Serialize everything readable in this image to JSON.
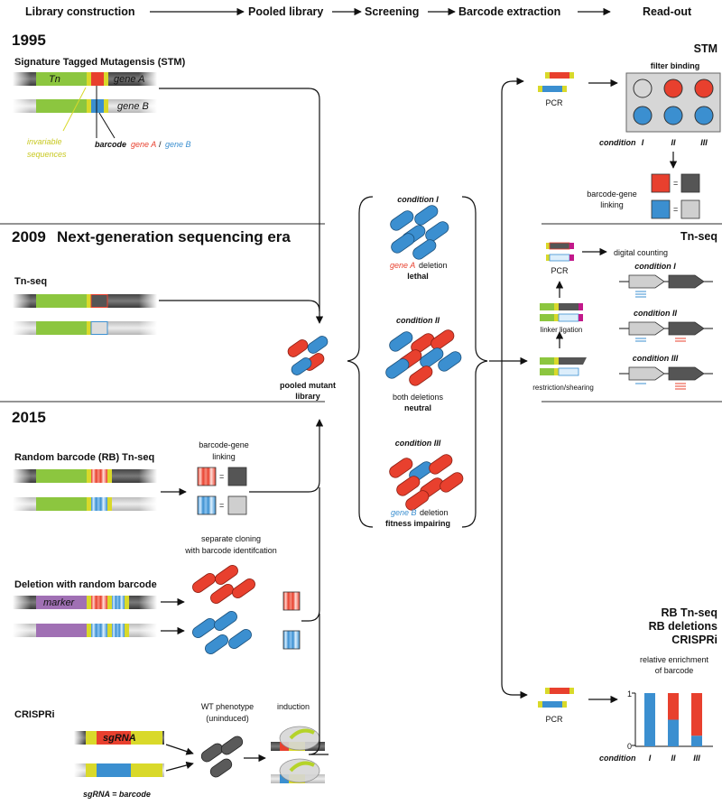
{
  "header": {
    "steps": [
      "Library construction",
      "Pooled library",
      "Screening",
      "Barcode extraction",
      "Read-out"
    ]
  },
  "eras": {
    "y1995": "1995",
    "y2009": "2009",
    "y2009_title": "Next-generation sequencing era",
    "y2015": "2015"
  },
  "stm": {
    "title": "Signature Tagged Mutagensis (STM)",
    "tn": "Tn",
    "gene_a": "gene A",
    "gene_b": "gene B",
    "invariable_1": "invariable",
    "invariable_2": "sequences",
    "barcode": "barcode",
    "bc_gene_a": "gene A",
    "slash": "/",
    "bc_gene_b": "gene B"
  },
  "tnseq": {
    "title": "Tn-seq"
  },
  "rb": {
    "title": "Random barcode (RB) Tn-seq",
    "link_1": "barcode-gene",
    "link_2": "linking",
    "eq": "="
  },
  "del": {
    "title": "Deletion with random barcode",
    "marker": "marker",
    "sep_1": "separate cloning",
    "sep_2": "with barcode identifcation"
  },
  "crispri": {
    "title": "CRISPRi",
    "sgrna": "sgRNA",
    "note": "sgRNA = barcode",
    "wt_1": "WT phenotype",
    "wt_2": "(uninduced)",
    "induction": "induction"
  },
  "pool": {
    "label_1": "pooled mutant",
    "label_2": "library"
  },
  "screen": {
    "c1": "condition I",
    "c1_gene": "gene A",
    "c1_del": "deletion",
    "c1_eff": "lethal",
    "c2": "condition II",
    "c2_desc": "both deletions",
    "c2_eff": "neutral",
    "c3": "condition III",
    "c3_gene": "gene B",
    "c3_del": "deletion",
    "c3_eff": "fitness impairing"
  },
  "extract": {
    "pcr": "PCR",
    "linker": "linker ligation",
    "restriction": "restriction/shearing"
  },
  "readout_stm": {
    "title": "STM",
    "filter": "filter binding",
    "condition": "condition",
    "roman": [
      "I",
      "II",
      "III"
    ],
    "link_1": "barcode-gene",
    "link_2": "linking",
    "eq": "="
  },
  "readout_tnseq": {
    "title": "Tn-seq",
    "digital": "digital counting",
    "conditions": [
      "condition I",
      "condition II",
      "condition III"
    ]
  },
  "readout_rb": {
    "title_1": "RB Tn-seq",
    "title_2": "RB deletions",
    "title_3": "CRISPRi",
    "enrich_1": "relative enrichment",
    "enrich_2": "of barcode",
    "y_top": "1",
    "y_bottom": "0",
    "condition": "condition",
    "categories": [
      "I",
      "II",
      "III"
    ]
  },
  "chart_data": {
    "type": "bar",
    "categories": [
      "I",
      "II",
      "III"
    ],
    "series": [
      {
        "values": [
          1.0,
          0.5,
          0.2
        ]
      },
      {
        "values": [
          0.0,
          0.5,
          0.8
        ]
      }
    ],
    "ylim": [
      0,
      1
    ]
  },
  "colors": {
    "red": "#e8402e",
    "blue": "#3b8fd0",
    "green": "#8cc63f",
    "yellow": "#d9d92a",
    "gene_dark": "#5a5a5a",
    "gene_light": "#cfcfcf",
    "purple": "#a070b4",
    "magenta": "#c2188a"
  }
}
